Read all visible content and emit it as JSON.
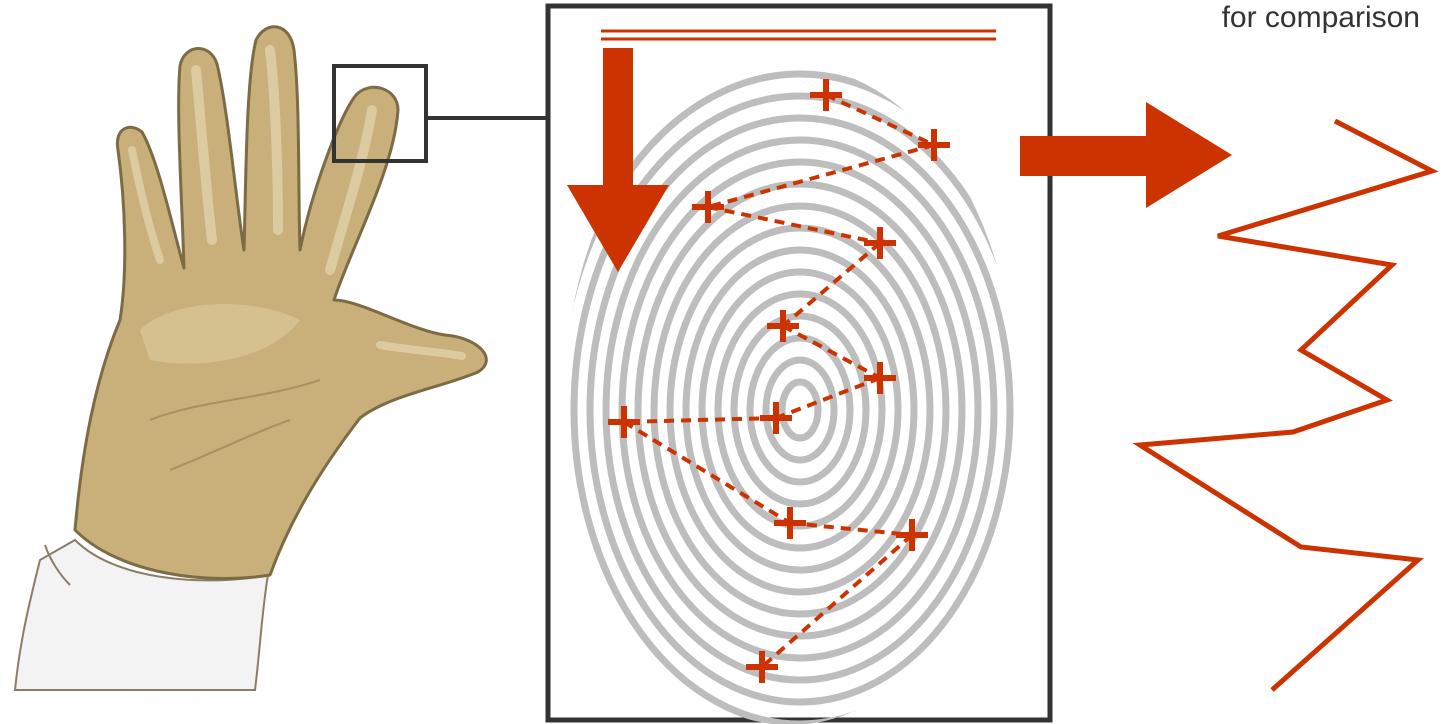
{
  "caption": "for comparison",
  "colors": {
    "accent": "#cc3300",
    "ridge": "#bdbdbd",
    "frame": "#333333",
    "skin": "#c9b07a"
  },
  "icons": {
    "hand": "hand-illustration",
    "fingerprint": "fingerprint-illustration"
  }
}
